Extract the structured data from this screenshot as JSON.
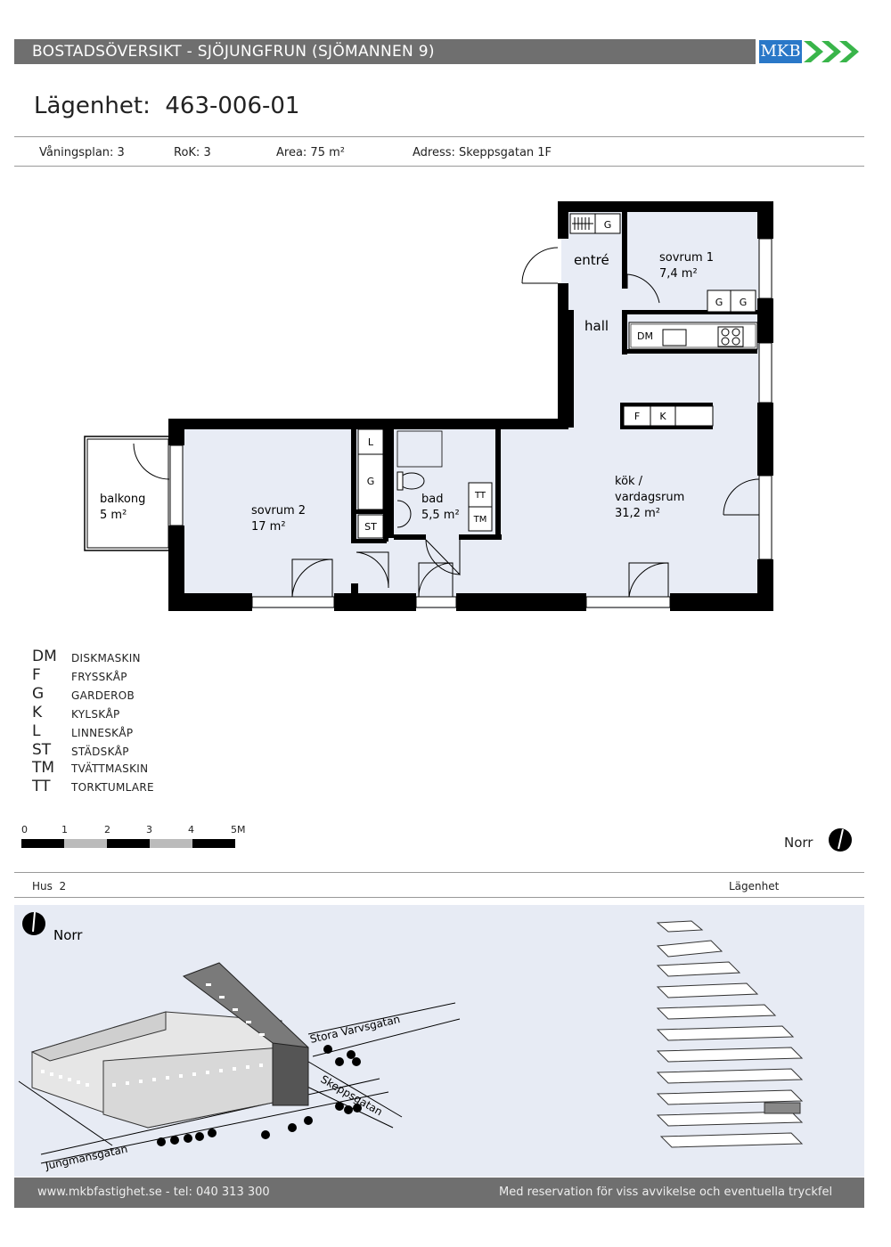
{
  "header": {
    "title": "BOSTADSÖVERSIKT - SJÖJUNGFRUN (SJÖMANNEN 9)",
    "logo_text": "MKB"
  },
  "apartment": {
    "label": "Lägenhet:",
    "number": "463-006-01"
  },
  "info": {
    "floor": "Våningsplan: 3",
    "rok": "RoK: 3",
    "area": "Area: 75 m²",
    "address": "Adress: Skeppsgatan 1F"
  },
  "rooms": [
    {
      "name": "entré",
      "area": ""
    },
    {
      "name": "sovrum 1",
      "area": "7,4 m²"
    },
    {
      "name": "hall",
      "area": ""
    },
    {
      "name": "kök /",
      "name2": "vardagsrum",
      "area": "31,2 m²"
    },
    {
      "name": "bad",
      "area": "5,5 m²"
    },
    {
      "name": "sovrum 2",
      "area": "17 m²"
    },
    {
      "name": "balkong",
      "area": "5 m²"
    }
  ],
  "fixtures": {
    "g": "G",
    "dm": "DM",
    "f": "F",
    "k": "K",
    "l": "L",
    "st": "ST",
    "tt": "TT",
    "tm": "TM"
  },
  "legend": [
    {
      "abbr": "DM",
      "name": "DISKMASKIN"
    },
    {
      "abbr": "F",
      "name": "FRYSSKÅP"
    },
    {
      "abbr": "G",
      "name": "GARDEROB"
    },
    {
      "abbr": "K",
      "name": "KYLSKÅP"
    },
    {
      "abbr": "L",
      "name": "LINNESKÅP"
    },
    {
      "abbr": "ST",
      "name": "STÄDSKÅP"
    },
    {
      "abbr": "TM",
      "name": "TVÄTTMASKIN"
    },
    {
      "abbr": "TT",
      "name": "TORKTUMLARE"
    }
  ],
  "scale": {
    "ticks": [
      "0",
      "1",
      "2",
      "3",
      "4",
      "5M"
    ]
  },
  "north_label": "Norr",
  "lower": {
    "hus_label": "Hus",
    "hus_number": "2",
    "lagenhet_label": "Lägenhet",
    "north_label": "Norr",
    "streets": [
      "Stora Varvsgatan",
      "Skeppsgatan",
      "Jungmansgatan"
    ]
  },
  "footer": {
    "left": "www.mkbfastighet.se - tel: 040 313 300",
    "right": "Med reservation för viss avvikelse och eventuella tryckfel"
  },
  "colors": {
    "header_bg": "#6f6f6f",
    "logo_blue": "#2a78c8",
    "logo_green": "#39b54a",
    "floor_fill": "#e8ecf5",
    "wall": "#000000"
  }
}
